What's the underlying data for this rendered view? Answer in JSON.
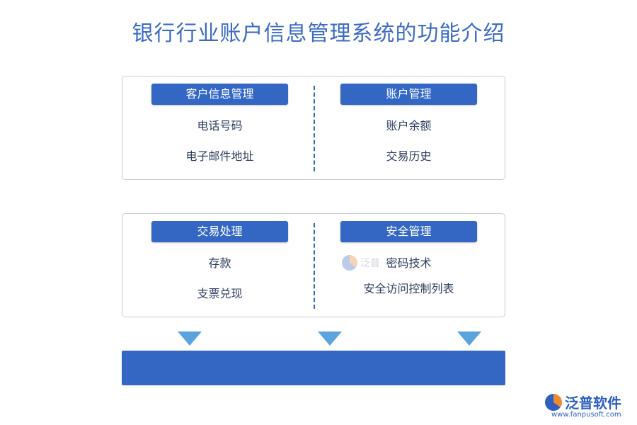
{
  "title": "银行行业账户信息管理系统的功能介绍",
  "panels": [
    {
      "left": {
        "heading": "客户信息管理",
        "items": [
          "电话号码",
          "电子邮件地址"
        ]
      },
      "right": {
        "heading": "账户管理",
        "items": [
          "账户余额",
          "交易历史"
        ]
      }
    },
    {
      "left": {
        "heading": "交易处理",
        "items": [
          "存款",
          "支票兑现"
        ]
      },
      "right": {
        "heading": "安全管理",
        "items": [
          "密码技术",
          "安全访问控制列表"
        ]
      }
    }
  ],
  "watermark": {
    "text": "泛普"
  },
  "logo": {
    "name": "泛普软件",
    "url": "www.fanpusoft.com"
  },
  "colors": {
    "accent": "#3467c4",
    "title": "#3d6bc4",
    "arrow": "#5aa3dc",
    "divider": "#3568c2"
  }
}
